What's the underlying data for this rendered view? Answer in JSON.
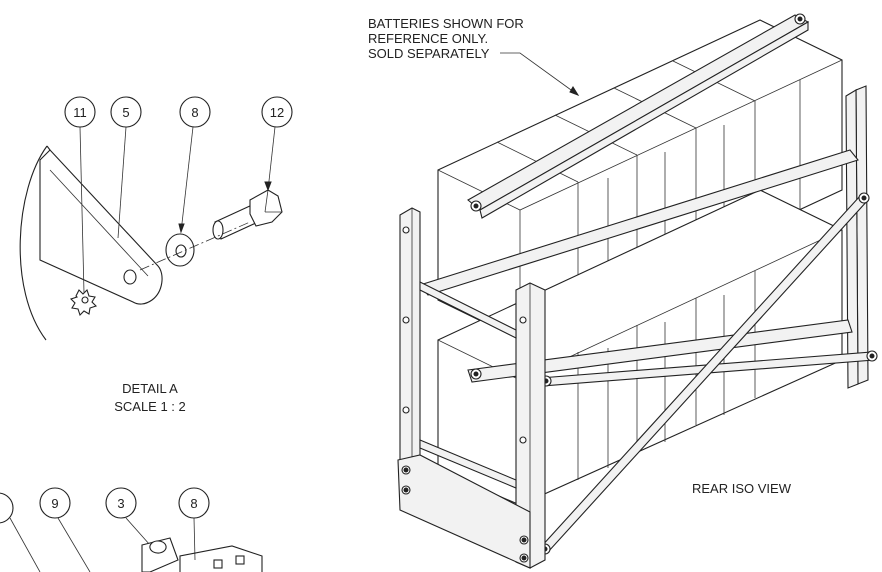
{
  "note": {
    "lines": [
      "BATTERIES SHOWN FOR",
      "REFERENCE ONLY.",
      "SOLD SEPARATELY"
    ]
  },
  "detail": {
    "title": "DETAIL A",
    "scale": "SCALE 1 : 2",
    "callouts": [
      "11",
      "5",
      "8",
      "12"
    ]
  },
  "lower_callouts": [
    "9",
    "3",
    "8"
  ],
  "view_label": "REAR ISO VIEW",
  "colors": {
    "line": "#222222",
    "background": "#ffffff"
  }
}
